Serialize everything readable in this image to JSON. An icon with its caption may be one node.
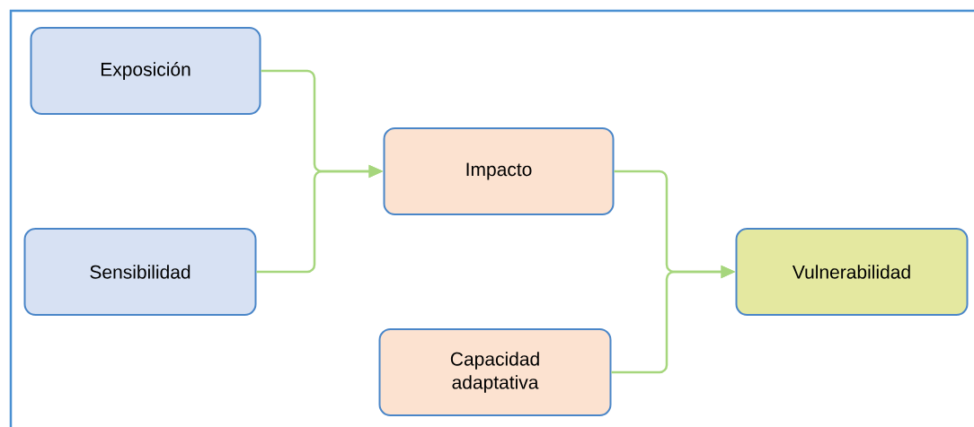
{
  "diagram": {
    "nodes": [
      {
        "text": [
          "Exposición"
        ]
      },
      {
        "text": [
          "Sensibilidad"
        ]
      },
      {
        "text": [
          "Impacto"
        ]
      },
      {
        "text": [
          "Capacidad adaptativa"
        ]
      },
      {
        "text": [
          "Vulnerabilidad"
        ]
      }
    ],
    "edges": [
      {
        "from": 0,
        "to": 2,
        "arrow": "to"
      },
      {
        "from": 1,
        "to": 2,
        "arrow": "to"
      },
      {
        "from": 2,
        "to": 4,
        "arrow": "to"
      },
      {
        "from": 3,
        "to": 4,
        "arrow": "to"
      }
    ]
  }
}
